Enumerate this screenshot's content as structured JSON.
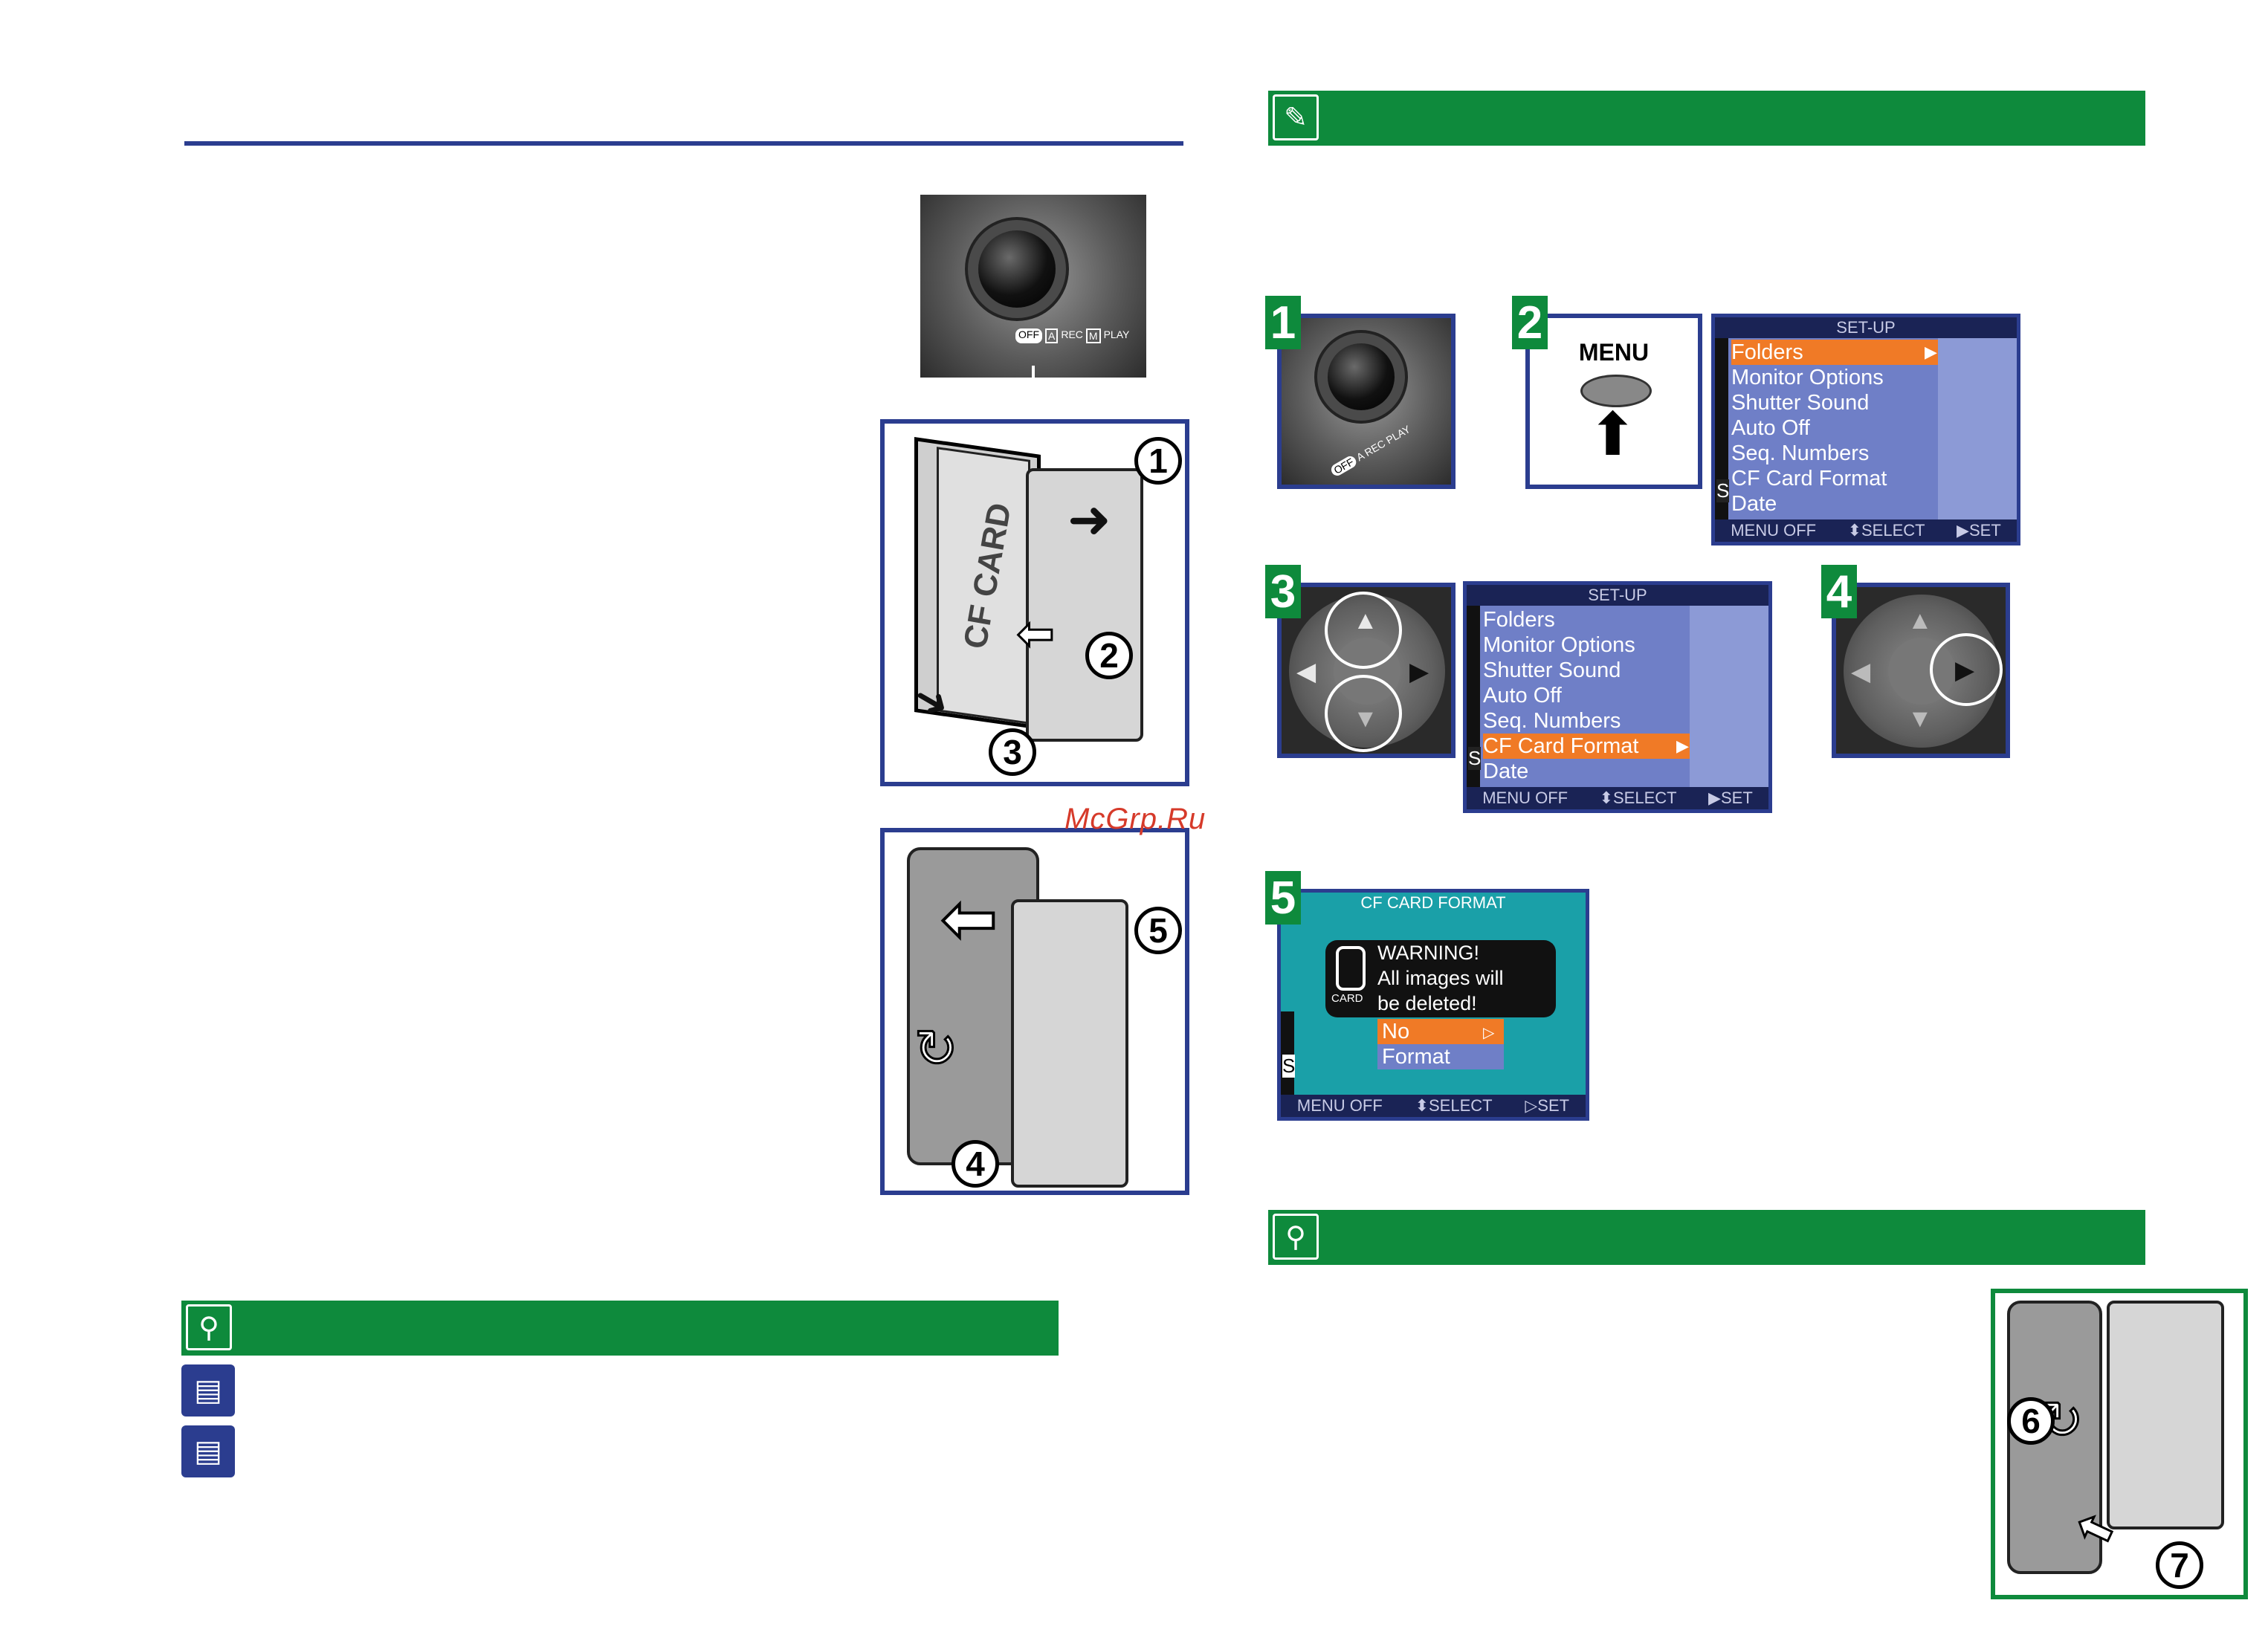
{
  "watermark": "McGrp.Ru",
  "colors": {
    "accent_green": "#0e8a3c",
    "frame_blue": "#2b3d8f",
    "lcd_highlight": "#f07a26",
    "warning_teal": "#1aa0a8"
  },
  "icons": {
    "note": "pencil-icon",
    "tip": "magnifier-icon",
    "reference": "book-icon"
  },
  "diagrams": {
    "dial_labels": {
      "off": "OFF",
      "a": "A",
      "rec": "REC",
      "m": "M",
      "play": "PLAY"
    },
    "cf_card_label": "CF CARD",
    "insertion_steps": [
      "1",
      "2",
      "3"
    ],
    "closing_steps": [
      "5",
      "4"
    ],
    "removal_steps": [
      "6",
      "7"
    ]
  },
  "steps": [
    "1",
    "2",
    "3",
    "4",
    "5"
  ],
  "menu_button": {
    "label": "MENU"
  },
  "setup_menu": {
    "title": "SET-UP",
    "side_letter": "S",
    "items": [
      "Folders",
      "Monitor Options",
      "Shutter Sound",
      "Auto Off",
      "Seq. Numbers",
      "CF Card Format",
      "Date"
    ],
    "footer": {
      "off": "MENU OFF",
      "select": "⬍SELECT",
      "set": "▶SET"
    }
  },
  "format_screen": {
    "title": "CF CARD FORMAT",
    "side_letter": "S",
    "card_label": "CARD",
    "warning": [
      "WARNING!",
      "All images will",
      "be deleted!"
    ],
    "options": [
      "No",
      "Format"
    ],
    "footer": {
      "off": "MENU OFF",
      "select": "⬍SELECT",
      "set": "▷SET"
    }
  }
}
